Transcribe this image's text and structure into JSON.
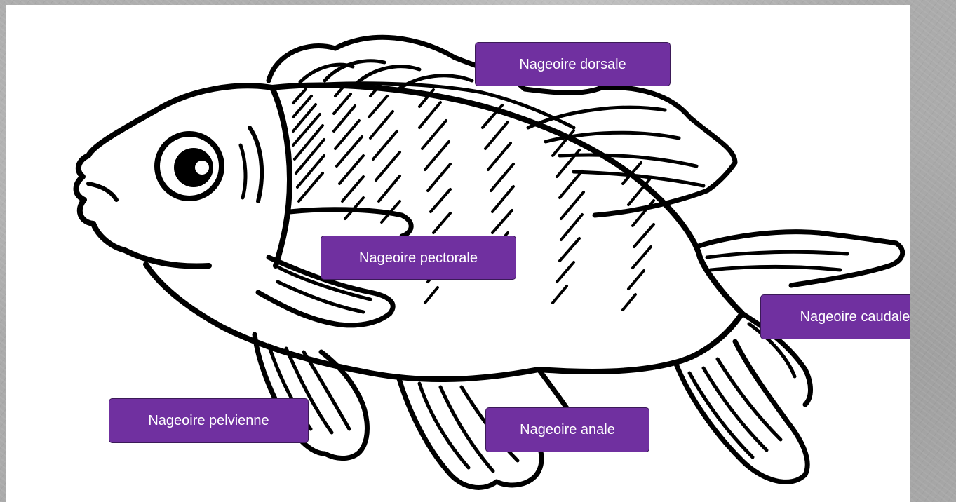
{
  "labels": {
    "dorsal": "Nageoire dorsale",
    "pectoral": "Nageoire pectorale",
    "caudal": "Nageoire caudale",
    "pelvien": "Nageoire pelvienne",
    "anal": "Nageoire anale"
  },
  "colors": {
    "label_fill": "#7030a0",
    "label_text": "#ffffff",
    "outline": "#000000",
    "background": "#ababab",
    "canvas": "#ffffff"
  }
}
